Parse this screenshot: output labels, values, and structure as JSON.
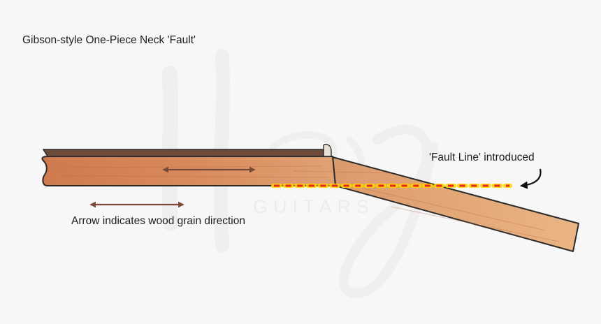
{
  "diagram": {
    "title": "Gibson-style One-Piece Neck 'Fault'",
    "annotations": {
      "fault_line": "'Fault Line' introduced",
      "grain_arrow": "Arrow indicates wood grain direction"
    },
    "watermark": {
      "monogram": "Hg",
      "text": "GUITARS"
    },
    "parts": [
      "fretboard",
      "nut",
      "neck shaft",
      "angled headstock",
      "fault line"
    ],
    "colors": {
      "background": "#f7f7f7",
      "fretboard": "#6e4a3a",
      "neck_wood": "#d3835a",
      "headstock_wood": "#e3a978",
      "nut": "#e8e0d4",
      "outline": "#2b2b2b",
      "grain_arrow": "#7a4a38",
      "fault_dash": "#e8231b",
      "fault_glow": "#ffd500",
      "pointer_arrow": "#111111"
    }
  }
}
